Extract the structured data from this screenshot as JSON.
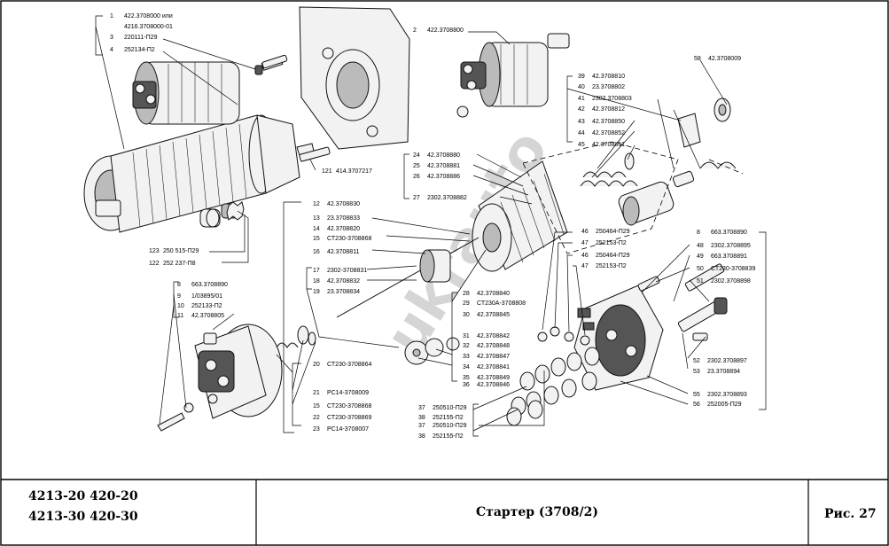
{
  "title_block": {
    "models_row1": "4213-20  420-20",
    "models_row2": "4213-30  420-30",
    "caption": "Стартер (3708/2)",
    "figure": "Рис. 27"
  },
  "watermark": "ukrauto",
  "callouts": [
    {
      "num": "1",
      "code": "422.3708000 или"
    },
    {
      "num": "",
      "code": "4216.3708000-01"
    },
    {
      "num": "3",
      "code": "220111-П29"
    },
    {
      "num": "4",
      "code": "252134-П2"
    },
    {
      "num": "2",
      "code": "422.3708800"
    },
    {
      "num": "58",
      "code": "42.3708009"
    },
    {
      "num": "39",
      "code": "42.3708810"
    },
    {
      "num": "40",
      "code": "23.3708802"
    },
    {
      "num": "41",
      "code": "2302.3708803"
    },
    {
      "num": "42",
      "code": "42.3708812"
    },
    {
      "num": "43",
      "code": "42.3708850"
    },
    {
      "num": "44",
      "code": "42.3708852"
    },
    {
      "num": "45",
      "code": "42.3708851"
    },
    {
      "num": "24",
      "code": "42.3708880"
    },
    {
      "num": "25",
      "code": "42.3708881"
    },
    {
      "num": "26",
      "code": "42.3708886"
    },
    {
      "num": "27",
      "code": "2302.3708882"
    },
    {
      "num": "121",
      "code": "414.3707217"
    },
    {
      "num": "12",
      "code": "42.3708830"
    },
    {
      "num": "13",
      "code": "23.3708833"
    },
    {
      "num": "14",
      "code": "42.3708820"
    },
    {
      "num": "15",
      "code": "СТ230-3708868"
    },
    {
      "num": "16",
      "code": "42.3708811"
    },
    {
      "num": "17",
      "code": "2302-3708831"
    },
    {
      "num": "18",
      "code": "42.3708832"
    },
    {
      "num": "19",
      "code": "23.3708834"
    },
    {
      "num": "123",
      "code": "250 515-П29"
    },
    {
      "num": "122",
      "code": "252 237-П8"
    },
    {
      "num": "8",
      "code": "663.3708890"
    },
    {
      "num": "9",
      "code": "1/03895/01"
    },
    {
      "num": "10",
      "code": "252133-П2"
    },
    {
      "num": "11",
      "code": "42.3708805"
    },
    {
      "num": "46",
      "code": "250464-П29"
    },
    {
      "num": "47",
      "code": "252153-П2"
    },
    {
      "num": "46",
      "code": "250464-П29"
    },
    {
      "num": "47",
      "code": "252153-П2"
    },
    {
      "num": "28",
      "code": "42.3708840"
    },
    {
      "num": "29",
      "code": "СТ230А-3708808"
    },
    {
      "num": "30",
      "code": "42.3708845"
    },
    {
      "num": "31",
      "code": "42.3708842"
    },
    {
      "num": "32",
      "code": "42.3708848"
    },
    {
      "num": "33",
      "code": "42.3708847"
    },
    {
      "num": "34",
      "code": "42.3708841"
    },
    {
      "num": "35",
      "code": "42.3708849"
    },
    {
      "num": "36",
      "code": "42.3708846"
    },
    {
      "num": "8",
      "code": "663.3708890"
    },
    {
      "num": "48",
      "code": "2302.3708895"
    },
    {
      "num": "49",
      "code": "663.3708891"
    },
    {
      "num": "50",
      "code": "СТ230-3708839"
    },
    {
      "num": "51",
      "code": "2302.3708898"
    },
    {
      "num": "52",
      "code": "2302.3708897"
    },
    {
      "num": "53",
      "code": "23.3708894"
    },
    {
      "num": "55",
      "code": "2302.3708893"
    },
    {
      "num": "56",
      "code": "252005-П29"
    },
    {
      "num": "20",
      "code": "СТ230-3708864"
    },
    {
      "num": "21",
      "code": "РС14-3708009"
    },
    {
      "num": "15",
      "code": "СТ230-3708868"
    },
    {
      "num": "22",
      "code": "СТ230-3708869"
    },
    {
      "num": "23",
      "code": "РС14-3708007"
    },
    {
      "num": "37",
      "code": "250510-П29"
    },
    {
      "num": "38",
      "code": "252155-П2"
    },
    {
      "num": "37",
      "code": "250510-П29"
    },
    {
      "num": "38",
      "code": "252155-П2"
    }
  ]
}
